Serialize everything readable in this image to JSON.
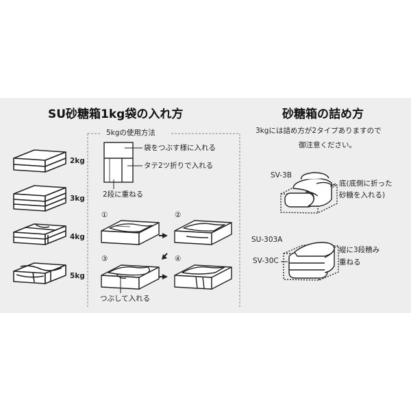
{
  "left": {
    "title": "SU砂糖箱1kg袋の入れ方",
    "weights": [
      "2kg",
      "3kg",
      "4kg",
      "5kg"
    ]
  },
  "middle": {
    "header": "5kgの使用方法",
    "callouts": [
      "袋をつぶす様に入れる",
      "タテ2ツ折りで入れる",
      "2段に重ねる"
    ],
    "steps": [
      "①",
      "②",
      "③",
      "④"
    ],
    "step_note": "つぶして入れる"
  },
  "right": {
    "title": "砂糖箱の詰め方",
    "intro_line1": "3kgには詰め方が2タイプありますので",
    "intro_line2": "御注意ください。",
    "sv3b": {
      "label": "SV-3B",
      "note_line1": "底(底側に折った",
      "note_line2": "砂糖を入れる)"
    },
    "sv303": {
      "label1": "SU-303A",
      "label2": "SV-30C",
      "note_line1": "縦に3段積み",
      "note_line2": "重ねる"
    }
  },
  "colors": {
    "panel_bg": "#eeeeee",
    "ink": "#222222",
    "bag_fill": "#ffffff"
  }
}
